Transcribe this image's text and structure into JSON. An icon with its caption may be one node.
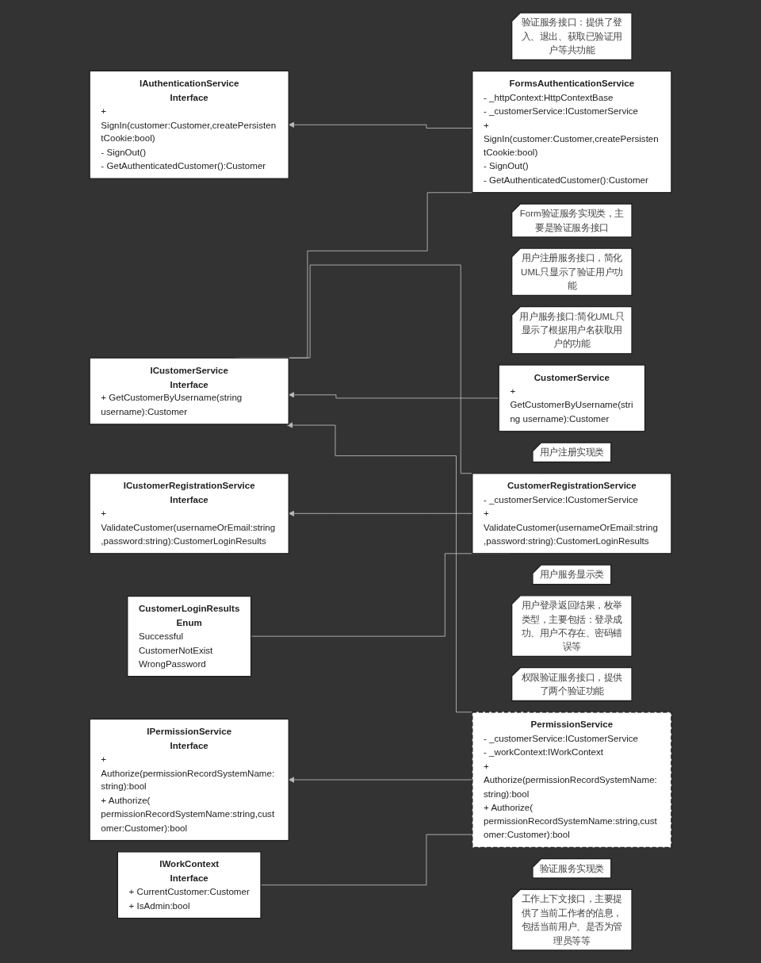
{
  "diagram": {
    "nodes": [
      {
        "text": [
          "IAuthenticationService",
          "Interface",
          "+ SignIn(customer:Customer,createPersistentCookie:bool)",
          "- SignOut()",
          "- GetAuthenticatedCustomer():Customer"
        ]
      },
      {
        "text": [
          "验证服务接口：提供了登入、退出、获取已验证用户等共功能"
        ]
      },
      {
        "text": [
          "FormsAuthenticationService",
          "- _httpContext:HttpContextBase",
          "- _customerService:ICustomerService",
          "+ SignIn(customer:Customer,createPersistentCookie:bool)",
          "- SignOut()",
          "- GetAuthenticatedCustomer():Customer"
        ]
      },
      {
        "text": [
          "Form验证服务实现类，主要是验证服务接口"
        ]
      },
      {
        "text": [
          "ICustomerRegistrationService",
          "Interface",
          "+ ValidateCustomer(usernameOrEmail:string,password:string):CustomerLoginResults"
        ]
      },
      {
        "text": [
          "用户注册服务接口，简化UML只显示了验证用户功能"
        ]
      },
      {
        "text": [
          "ICustomerService",
          "Interface",
          "+ GetCustomerByUsername(string username):Customer"
        ]
      },
      {
        "text": [
          "用户服务接口:简化UML只显示了根据用户名获取用户的功能"
        ]
      },
      {
        "text": [
          "CustomerRegistrationService",
          "- _customerService:ICustomerService",
          "+ ValidateCustomer(usernameOrEmail:string,password:string):CustomerLoginResults"
        ]
      },
      {
        "text": [
          "用户注册实现类"
        ]
      },
      {
        "text": [
          "CustomerService",
          "+ GetCustomerByUsername(string username):Customer"
        ]
      },
      {
        "text": [
          "用户服务显示类"
        ]
      },
      {
        "text": [
          "CustomerLoginResults",
          "Enum",
          "Successful",
          "CustomerNotExist",
          "WrongPassword"
        ]
      },
      {
        "text": [
          "用户登录返回结果，枚举类型，主要包括：登录成功、用户不存在、密码错误等"
        ]
      },
      {
        "text": [
          "IPermissionService",
          "Interface",
          "+ Authorize(permissionRecordSystemName:string):bool",
          "+ Authorize( permissionRecordSystemName:string,customer:Customer):bool"
        ]
      },
      {
        "text": [
          "权限验证服务接口，提供了两个验证功能"
        ]
      },
      {
        "text": [
          "PermissionService",
          "- _customerService:ICustomerService",
          "- _workContext:IWorkContext",
          "+ Authorize(permissionRecordSystemName:string):bool",
          "+ Authorize( permissionRecordSystemName:string,customer:Customer):bool"
        ]
      },
      {
        "text": [
          "验证服务实现类"
        ]
      },
      {
        "text": [
          "IWorkContext",
          "Interface",
          "+ CurrentCustomer:Customer",
          "+ IsAdmin:bool"
        ]
      },
      {
        "text": [
          "工作上下文接口，主要提供了当前工作者的信息，包括当前用户、是否为管理员等等"
        ]
      }
    ],
    "edges": [
      {
        "from": 2,
        "to": 0,
        "arrow": "to"
      },
      {
        "from": 2,
        "to": 6,
        "arrow": "none"
      },
      {
        "from": 8,
        "to": 4,
        "arrow": "to"
      },
      {
        "from": 8,
        "to": 6,
        "arrow": "none"
      },
      {
        "from": 10,
        "to": 6,
        "arrow": "to"
      },
      {
        "from": 16,
        "to": 6,
        "arrow": "to"
      },
      {
        "from": 8,
        "to": 12,
        "arrow": "none"
      },
      {
        "from": 16,
        "to": 14,
        "arrow": "to"
      },
      {
        "from": 16,
        "to": 18,
        "arrow": "none"
      }
    ]
  }
}
